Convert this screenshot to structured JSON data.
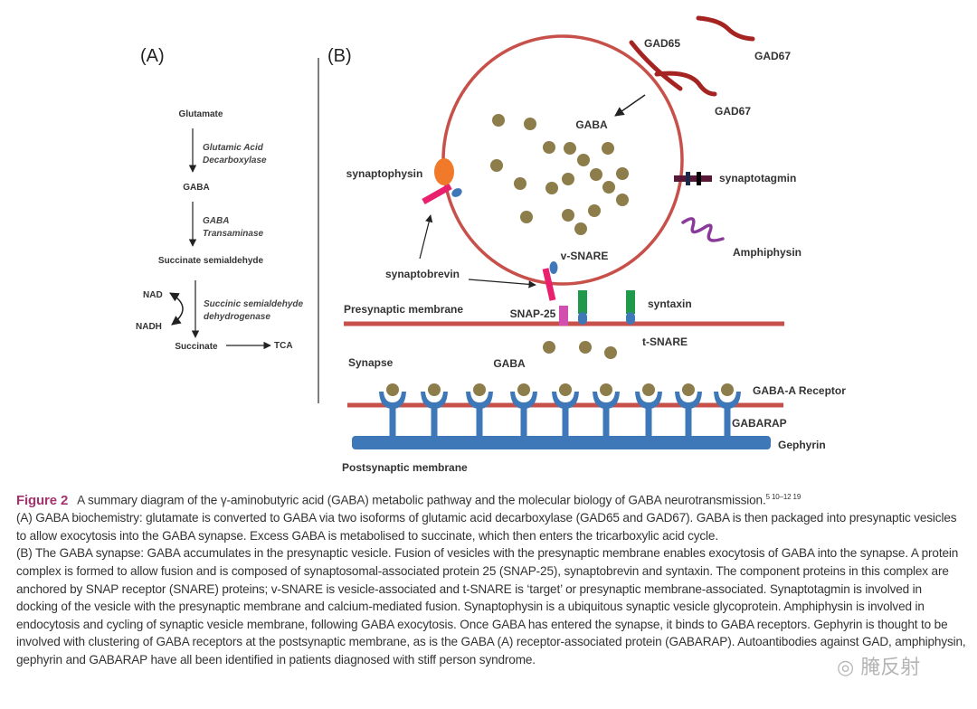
{
  "panel_a": {
    "label": "(A)",
    "glutamate": "Glutamate",
    "enzyme1_line1": "Glutamic Acid",
    "enzyme1_line2": "Decarboxylase",
    "gaba": "GABA",
    "enzyme2_line1": "GABA",
    "enzyme2_line2": "Transaminase",
    "ssa": "Succinate semialdehyde",
    "nad": "NAD",
    "nadh": "NADH",
    "enzyme3_line1": "Succinic semialdehyde",
    "enzyme3_line2": "dehydrogenase",
    "succinate": "Succinate",
    "tca": "TCA"
  },
  "panel_b": {
    "label": "(B)",
    "gad65": "GAD65",
    "gad67_top": "GAD67",
    "gad67": "GAD67",
    "gaba_vesicle": "GABA",
    "synaptophysin": "synaptophysin",
    "synaptotagmin": "synaptotagmin",
    "amphiphysin": "Amphiphysin",
    "v_snare": "v-SNARE",
    "synaptobrevin": "synaptobrevin",
    "presynaptic_membrane": "Presynaptic membrane",
    "snap25": "SNAP-25",
    "syntaxin": "syntaxin",
    "t_snare": "t-SNARE",
    "synapse": "Synapse",
    "gaba_synapse": "GABA",
    "gaba_a_receptor": "GABA-A Receptor",
    "gabarap": "GABARAP",
    "gephyrin": "Gephyrin",
    "postsynaptic_membrane": "Postsynaptic membrane"
  },
  "colors": {
    "membrane": "#c8504a",
    "gad": "#a52422",
    "gaba": "#8c7d4a",
    "receptor": "#3f78b8",
    "synaptophysin": "#f07a2a",
    "synaptobrevin": "#e8206e",
    "snap25": "#d24fb0",
    "syntaxin": "#1e9a4a",
    "amphiphysin": "#8a3a9a",
    "synaptotagmin": "#5a1838",
    "figure_label": "#a3336f"
  },
  "caption": {
    "figure_label": "Figure 2",
    "title": "A summary diagram of the γ-aminobutyric acid (GABA) metabolic pathway and the molecular biology of GABA neurotransmission.",
    "refs": "5 10–12 19",
    "para_a": "(A) GABA biochemistry: glutamate is converted to GABA via two isoforms of glutamic acid decarboxylase (GAD65 and GAD67). GABA is then packaged into presynaptic vesicles to allow exocytosis into the GABA synapse. Excess GABA is metabolised to succinate, which then enters the tricarboxylic acid cycle.",
    "para_b": "(B) The GABA synapse: GABA accumulates in the presynaptic vesicle. Fusion of vesicles with the presynaptic membrane enables exocytosis of GABA into the synapse. A protein complex is formed to allow fusion and is composed of synaptosomal-associated protein 25 (SNAP-25), synaptobrevin and syntaxin. The component proteins in this complex are anchored by SNAP receptor (SNARE) proteins; v-SNARE is vesicle-associated and t-SNARE is ‘target’ or presynaptic membrane-associated. Synaptotagmin is involved in docking of the vesicle with the presynaptic membrane and calcium-mediated fusion. Synaptophysin is a ubiquitous synaptic vesicle glycoprotein. Amphiphysin is involved in endocytosis and cycling of synaptic vesicle membrane, following GABA exocytosis. Once GABA has entered the synapse, it binds to GABA receptors. Gephyrin is thought to be involved with clustering of GABA receptors at the postsynaptic membrane, as is the GABA (A) receptor-associated protein (GABARAP). Autoantibodies against GAD, amphiphysin, gephyrin and GABARAP have all been identified in patients diagnosed with stiff person syndrome."
  },
  "watermark": "腌反射"
}
